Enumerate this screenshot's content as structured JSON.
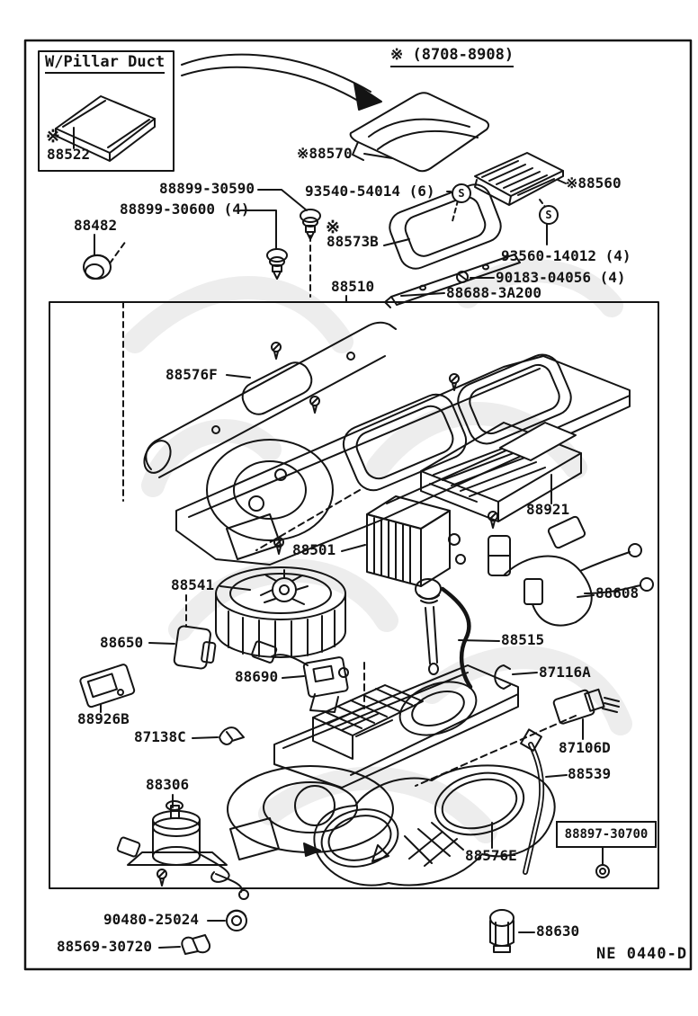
{
  "page": {
    "note": "※ (8708-8908)",
    "diagram_code": "NE 0440-D",
    "inset": {
      "title": "W/Pillar Duct",
      "marker": "※",
      "part_number": "88522"
    }
  },
  "symbols": {
    "reference_mark": "※",
    "standard_part": "S"
  },
  "parts": {
    "p88570": "※88570",
    "p88560": "※88560",
    "p93540": "93540-54014 (6)",
    "p88899_30590": "88899-30590",
    "p88899_30600": "88899-30600 (4)",
    "p88482": "88482",
    "p88573B": "88573B",
    "p93560": "93560-14012 (4)",
    "p90183": "90183-04056 (4)",
    "p88688": "88688-3A200",
    "p88510": "88510",
    "p88576F": "88576F",
    "p88921": "88921",
    "p88501": "88501",
    "p88541": "88541",
    "p88608": "88608",
    "p88650": "88650",
    "p88515": "88515",
    "p88690": "88690",
    "p87116A": "87116A",
    "p88926B": "88926B",
    "p87138C": "87138C",
    "p87106D": "87106D",
    "p88539": "88539",
    "p88306": "88306",
    "p88576E": "88576E",
    "p88897": "88897-30700",
    "p90480": "90480-25024",
    "p88569": "88569-30720",
    "p88630": "88630"
  }
}
